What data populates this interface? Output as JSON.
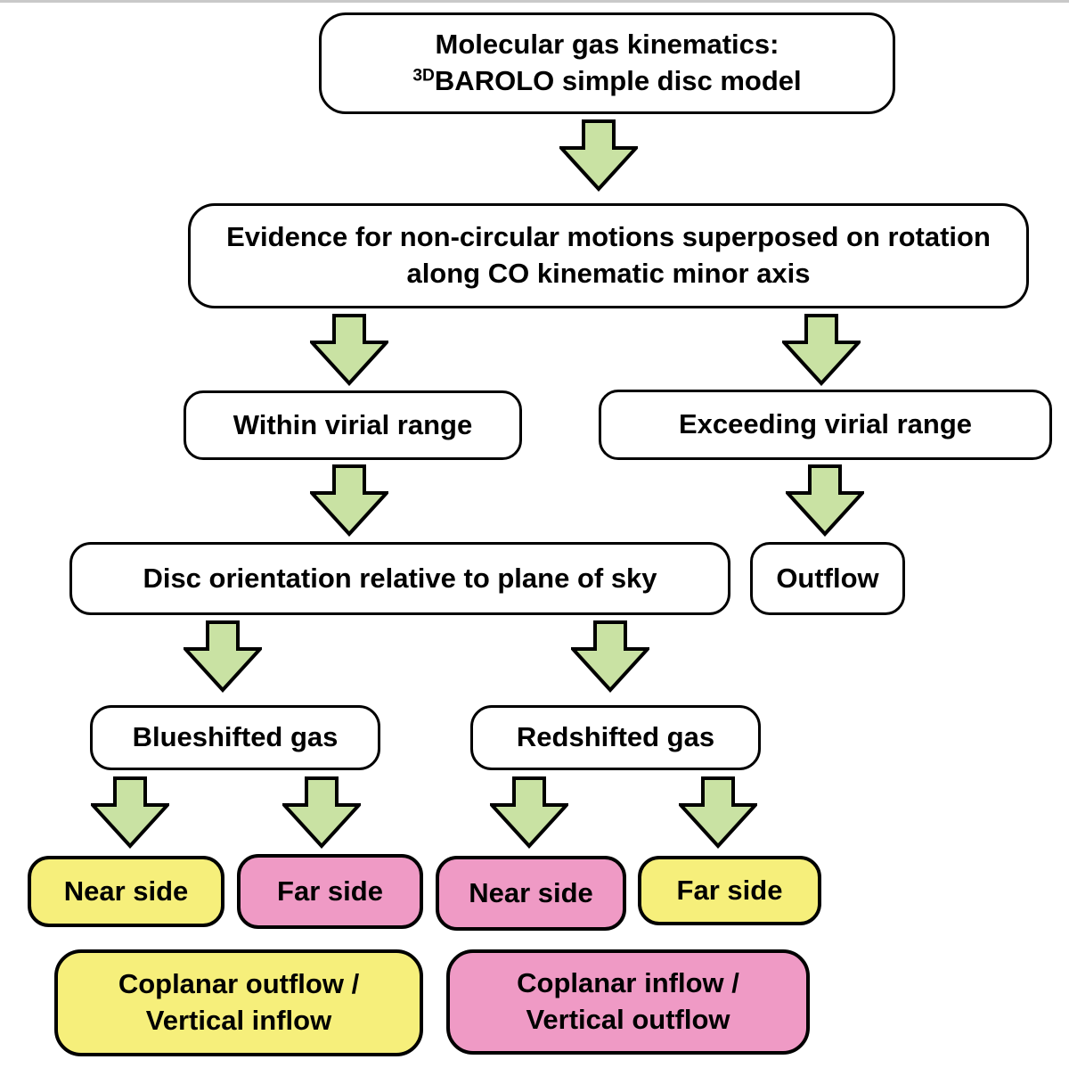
{
  "diagram": {
    "title": "Molecular gas kinematics decision flowchart",
    "colors": {
      "arrow_green": "#c9e2a3",
      "yellow": "#f6ef7b",
      "pink": "#ef9ac5",
      "box_fill": "#ffffff",
      "box_border": "#000000"
    },
    "nodes": {
      "root": {
        "line1": "Molecular gas kinematics:",
        "line2_sup": "3D",
        "line2_rest": "BAROLO simple disc model"
      },
      "evidence": {
        "label": "Evidence for non-circular motions superposed on rotation along CO kinematic minor axis"
      },
      "within": {
        "label": "Within virial range"
      },
      "exceeding": {
        "label": "Exceeding virial range"
      },
      "disc": {
        "label": "Disc orientation relative to plane of sky"
      },
      "outflow": {
        "label": "Outflow"
      },
      "blueshifted": {
        "label": "Blueshifted gas"
      },
      "redshifted": {
        "label": "Redshifted gas"
      },
      "near_side_blue": {
        "label": "Near side",
        "fill": "yellow"
      },
      "far_side_blue": {
        "label": "Far side",
        "fill": "pink"
      },
      "near_side_red": {
        "label": "Near side",
        "fill": "pink"
      },
      "far_side_red": {
        "label": "Far side",
        "fill": "yellow"
      },
      "conclusion_blue": {
        "line1": "Coplanar outflow /",
        "line2": "Vertical inflow",
        "fill": "yellow"
      },
      "conclusion_red": {
        "line1": "Coplanar inflow /",
        "line2": "Vertical outflow",
        "fill": "pink"
      }
    }
  }
}
